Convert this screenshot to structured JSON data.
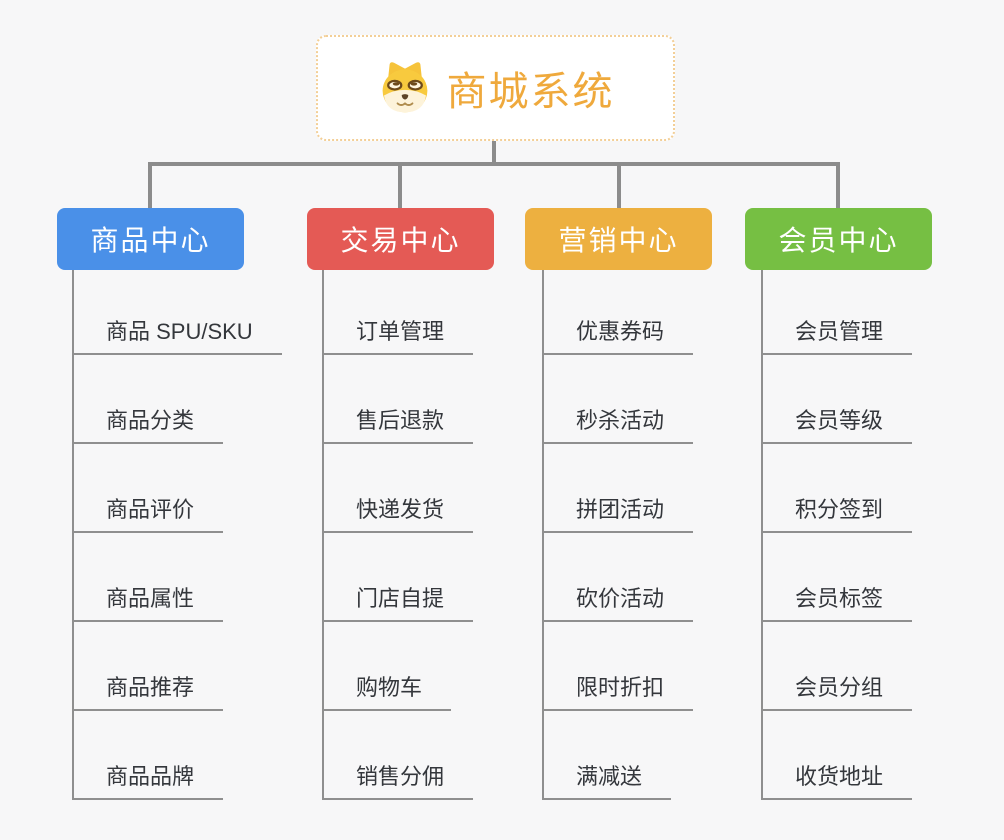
{
  "root": {
    "title": "商城系统",
    "icon": "dog-face-icon"
  },
  "branches": [
    {
      "label": "商品中心",
      "color": "#4a90e8",
      "children": [
        "商品 SPU/SKU",
        "商品分类",
        "商品评价",
        "商品属性",
        "商品推荐",
        "商品品牌"
      ]
    },
    {
      "label": "交易中心",
      "color": "#e45a55",
      "children": [
        "订单管理",
        "售后退款",
        "快递发货",
        "门店自提",
        "购物车",
        "销售分佣"
      ]
    },
    {
      "label": "营销中心",
      "color": "#edb040",
      "children": [
        "优惠券码",
        "秒杀活动",
        "拼团活动",
        "砍价活动",
        "限时折扣",
        "满减送"
      ]
    },
    {
      "label": "会员中心",
      "color": "#76bf43",
      "children": [
        "会员管理",
        "会员等级",
        "积分签到",
        "会员标签",
        "会员分组",
        "收货地址"
      ]
    }
  ],
  "theme": {
    "canvas_background": "#f7f7f8",
    "root_text_color": "#efa93c",
    "root_border_color": "#f3cf97",
    "connector_color": "#8c8c8c",
    "leaf_line_color": "#8f8f8f",
    "leaf_text_color": "#34373c"
  }
}
